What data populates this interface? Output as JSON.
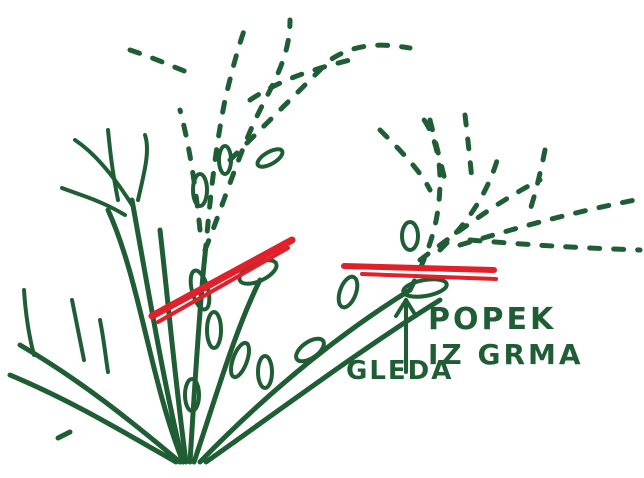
{
  "labels": {
    "line1": "POPEK",
    "line2": "IZ GRMA",
    "line3": "GLEDA"
  },
  "colors": {
    "stem": "#1f5e34",
    "cut_line": "#e0202a",
    "background": "#ffffff"
  },
  "icons": {
    "arrow": "arrow-up-icon"
  }
}
